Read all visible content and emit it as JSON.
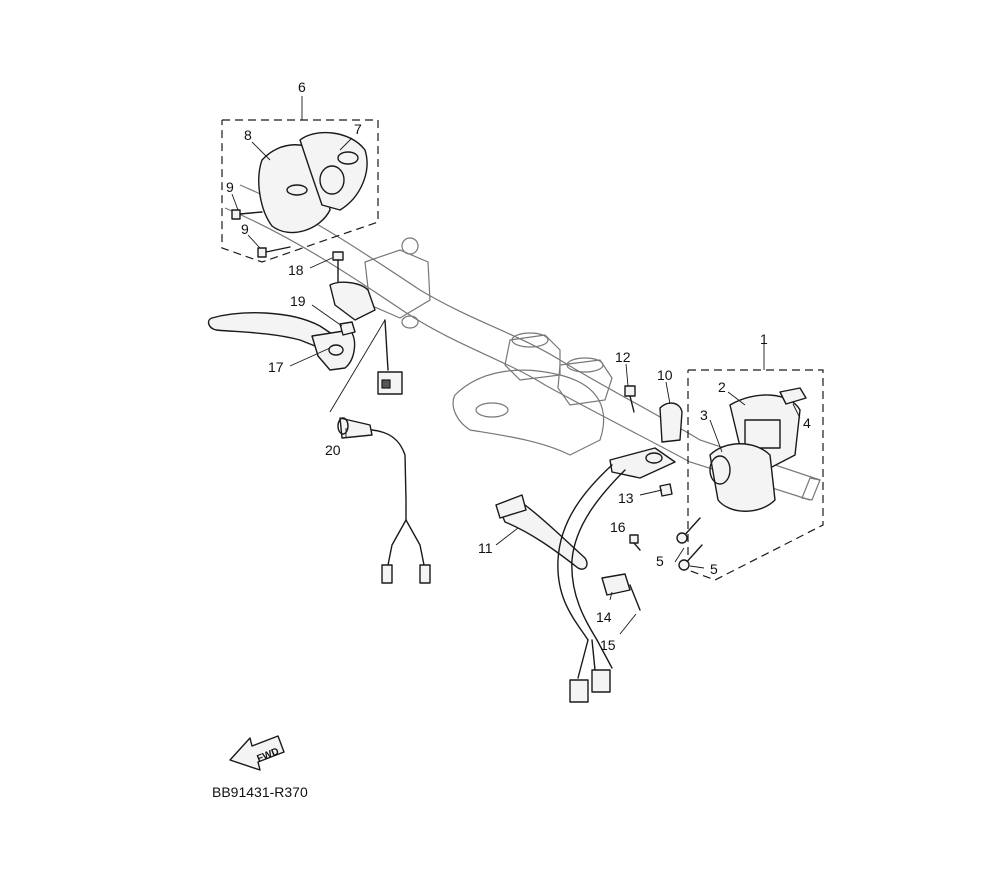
{
  "diagram": {
    "drawing_code": "BB91431-R370",
    "fwd_label": "FWD",
    "callouts": [
      "1",
      "2",
      "3",
      "4",
      "5",
      "5",
      "6",
      "7",
      "8",
      "9",
      "9",
      "10",
      "11",
      "12",
      "13",
      "14",
      "15",
      "16",
      "17",
      "18",
      "19",
      "20"
    ]
  }
}
